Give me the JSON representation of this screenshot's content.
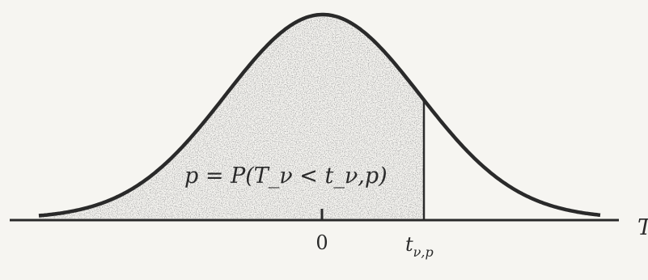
{
  "figure": {
    "region_label": "p = P(T_ν < t_ν,p)",
    "center_tick_label": "0",
    "quantile_label_main": "t",
    "quantile_label_sub": "ν,p",
    "axis_variable_label": "T"
  },
  "colors": {
    "background": "#f6f5f1",
    "ink": "#2a2a2a",
    "shading": "#7c7c7c"
  }
}
